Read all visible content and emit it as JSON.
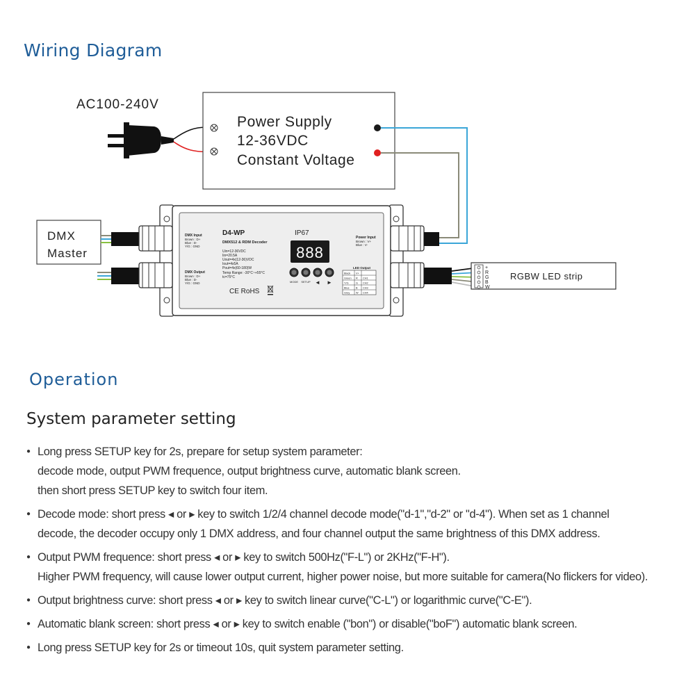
{
  "titles": {
    "wiring": "Wiring Diagram",
    "operation": "Operation",
    "system": "System parameter setting"
  },
  "diagram": {
    "ac_label": "AC100-240V",
    "psu_line1": "Power Supply",
    "psu_line2": "12-36VDC",
    "psu_line3": "Constant Voltage",
    "dmx_master_line1": "DMX",
    "dmx_master_line2": "Master",
    "led_strip_label": "RGBW LED strip",
    "strip_pins": [
      "+",
      "R",
      "G",
      "B",
      "W"
    ],
    "device": {
      "model": "D4-WP",
      "subtitle": "DMX512 & RDM Decoder",
      "ip": "IP67",
      "display": "888",
      "dmx_input_label": "DMX Input",
      "dmx_input_lines": [
        "Brown : D+",
        "Blue  : D-",
        "Y/G   : GND"
      ],
      "dmx_output_label": "DMX Output",
      "dmx_output_lines": [
        "Brown : D+",
        "Blue  : D-",
        "Y/G   : GND"
      ],
      "power_input_label": "Power Input",
      "power_input_lines": [
        "Brown : V+",
        "Blue  : V-"
      ],
      "specs": [
        "Uin=12-36VDC",
        "Iin=20.5A",
        "Uout=4x(12-36)VDC",
        "Iout=4x5A",
        "Pout=4x(60-180)W",
        "Temp Range: -30°C~+55°C",
        "tc=75°C"
      ],
      "cert": "CE RoHS",
      "buttons": [
        "MODE",
        "SETUP",
        "◄",
        "►"
      ],
      "led_output_label": "LED Output",
      "led_table": [
        [
          "Black",
          "V+",
          ""
        ],
        [
          "Green",
          "R",
          "CH1"
        ],
        [
          "Y/G",
          "G",
          "CH2"
        ],
        [
          "Blue",
          "B",
          "CH3"
        ],
        [
          "Grey",
          "W",
          "CH4"
        ]
      ]
    },
    "colors": {
      "wire_blue": "#3aa6d8",
      "wire_olive": "#8a8a78",
      "wire_red": "#e02020",
      "device_body": "#2b2b2b",
      "device_label": "#dcdcdc"
    }
  },
  "bullets": [
    {
      "line": "Long press SETUP key for 2s, prepare for setup system parameter:",
      "cont": [
        "decode mode, output PWM frequence, output brightness curve, automatic blank screen.",
        "then short press SETUP key to switch four item."
      ]
    },
    {
      "line": "Decode mode: short press ◂ or ▸ key to switch 1/2/4 channel decode mode(\"d-1\",\"d-2\" or \"d-4\"). When set as 1 channel",
      "cont": [
        "decode, the decoder occupy only 1 DMX address, and four channel output the same brightness of this DMX address."
      ]
    },
    {
      "line": "Output PWM frequence: short press ◂ or ▸ key to switch 500Hz(\"F-L\") or 2KHz(\"F-H\").",
      "cont": [
        "Higher PWM frequency, will cause lower output current, higher power noise, but more suitable for camera(No flickers for video)."
      ]
    },
    {
      "line": "Output brightness curve: short press ◂ or ▸ key to switch linear curve(\"C-L\") or logarithmic curve(\"C-E\").",
      "cont": []
    },
    {
      "line": "Automatic blank screen: short press ◂ or ▸ key to switch enable (\"bon\") or disable(\"boF\") automatic blank screen.",
      "cont": []
    },
    {
      "line": "Long press SETUP key for 2s or timeout 10s, quit system parameter setting.",
      "cont": []
    }
  ]
}
